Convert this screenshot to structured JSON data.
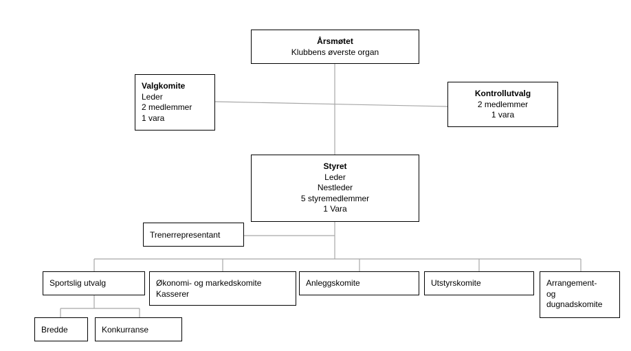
{
  "colors": {
    "line": "#a6a6a6",
    "border": "#000000",
    "background": "#ffffff",
    "text": "#000000"
  },
  "boxes": {
    "arsmotet": {
      "title": "Årsmøtet",
      "lines": [
        "Klubbens øverste organ"
      ]
    },
    "valgkomite": {
      "title": "Valgkomite",
      "lines": [
        "Leder",
        "2 medlemmer",
        "1 vara"
      ]
    },
    "kontrollutvalg": {
      "title": "Kontrollutvalg",
      "lines": [
        "2 medlemmer",
        "1 vara"
      ]
    },
    "styret": {
      "title": "Styret",
      "lines": [
        "Leder",
        "Nestleder",
        "5 styremedlemmer",
        "1 Vara"
      ]
    },
    "trenerrepresentant": {
      "lines": [
        "Trenerrepresentant"
      ]
    },
    "sportslig_utvalg": {
      "lines": [
        "Sportslig utvalg"
      ]
    },
    "okonomi": {
      "lines": [
        "Økonomi- og markedskomite",
        "Kasserer"
      ]
    },
    "anleggskomite": {
      "lines": [
        "Anleggskomite"
      ]
    },
    "utstyrskomite": {
      "lines": [
        "Utstyrskomite"
      ]
    },
    "arrangement": {
      "lines": [
        "Arrangement-",
        "og",
        "dugnadskomite"
      ]
    },
    "bredde": {
      "lines": [
        "Bredde"
      ]
    },
    "konkurranse": {
      "lines": [
        "Konkurranse"
      ]
    }
  }
}
